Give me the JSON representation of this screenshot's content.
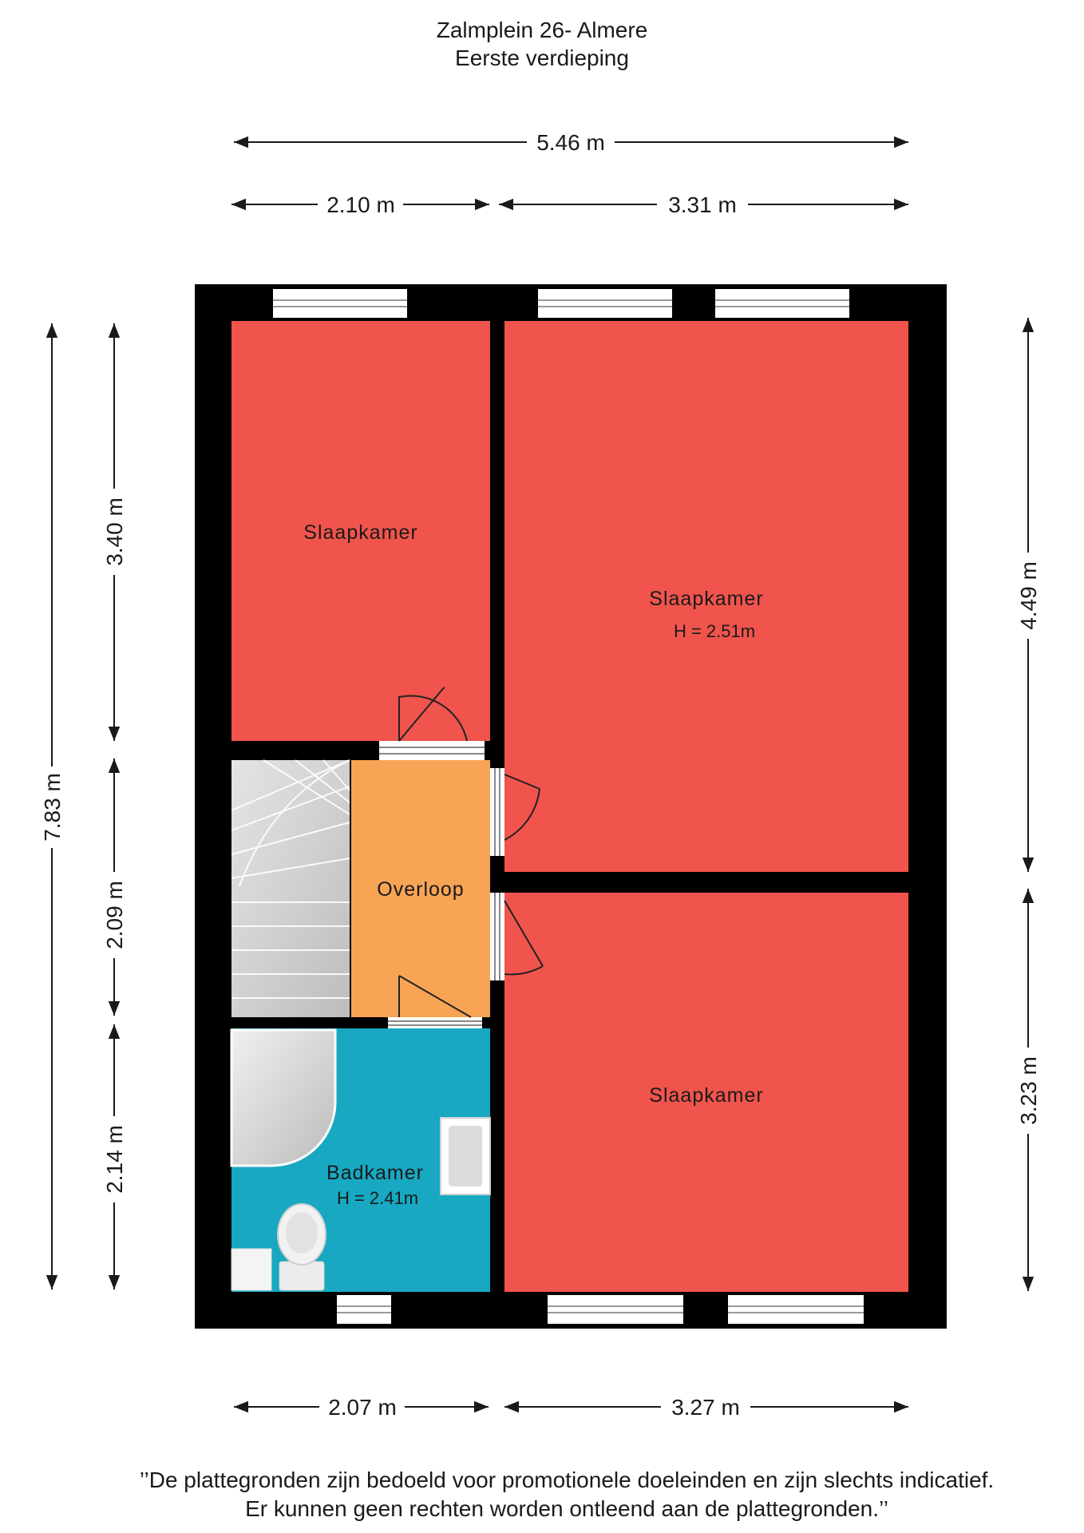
{
  "header": {
    "address": "Zalmplein 26- Almere",
    "floor": "Eerste verdieping"
  },
  "dimensions": {
    "top_total": "5.46 m",
    "top_left": "2.10 m",
    "top_right": "3.31 m",
    "bottom_left": "2.07 m",
    "bottom_right": "3.27 m",
    "left_total": "7.83 m",
    "left_upper": "3.40 m",
    "left_middle": "2.09 m",
    "left_lower": "2.14 m",
    "right_upper": "4.49 m",
    "right_lower": "3.23 m"
  },
  "rooms": {
    "bedroom_top_left": {
      "label": "Slaapkamer"
    },
    "bedroom_top_right": {
      "label": "Slaapkamer",
      "height": "H = 2.51m"
    },
    "landing": {
      "label": "Overloop"
    },
    "bedroom_bottom_right": {
      "label": "Slaapkamer"
    },
    "bathroom": {
      "label": "Badkamer",
      "height": "H = 2.41m"
    }
  },
  "colors": {
    "bedroom": "#F0544C",
    "landing": "#F7A455",
    "bathroom": "#18A8C2",
    "wall": "#000000"
  },
  "footer": {
    "line1": "’’De plattegronden zijn bedoeld voor promotionele doeleinden en zijn slechts indicatief.",
    "line2": "Er kunnen geen rechten worden ontleend aan de plattegronden.’’"
  }
}
